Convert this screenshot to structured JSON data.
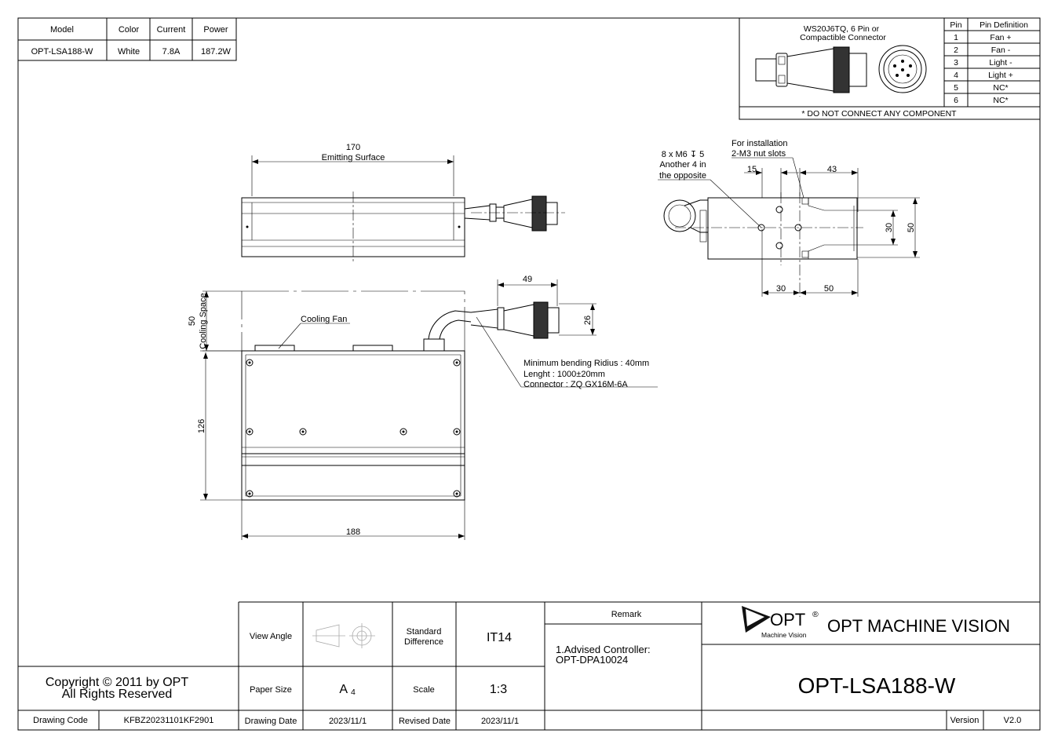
{
  "spec_table": {
    "headers": [
      "Model",
      "Color",
      "Current",
      "Power"
    ],
    "row": [
      "OPT-LSA188-W",
      "White",
      "7.8A",
      "187.2W"
    ]
  },
  "connector": {
    "title_line1": "WS20J6TQ,  6 Pin or",
    "title_line2": "Compactible Connector",
    "note": "* DO NOT CONNECT ANY COMPONENT",
    "pin_headers": [
      "Pin",
      "Pin Definition"
    ],
    "pins": [
      {
        "pin": "1",
        "def": "Fan +"
      },
      {
        "pin": "2",
        "def": "Fan -"
      },
      {
        "pin": "3",
        "def": "Light -"
      },
      {
        "pin": "4",
        "def": "Light +"
      },
      {
        "pin": "5",
        "def": "NC*"
      },
      {
        "pin": "6",
        "def": "NC*"
      }
    ]
  },
  "front_view": {
    "dim_width": "170",
    "dim_label": "Emitting Surface"
  },
  "side_view": {
    "mount_line1": "8 x M6 ↧ 5",
    "mount_line2": "Another 4 in",
    "mount_line3": "the opposite",
    "install_line1": "For installation",
    "install_line2": "2-M3 nut slots",
    "dim_15": "15",
    "dim_43": "43",
    "dim_30v": "30",
    "dim_50v": "50",
    "dim_30h": "30",
    "dim_50h": "50"
  },
  "top_view": {
    "dim_49": "49",
    "dim_26": "26",
    "dim_50": "50",
    "cooling_space": "Cooling Space",
    "cooling_fan": "Cooling Fan",
    "dim_126": "126",
    "dim_188": "188",
    "cable_line1": "Minimum bending Ridius : 40mm",
    "cable_line2": "Lenght : 1000±20mm",
    "cable_line3": "Connector : ZQ GX16M-6A"
  },
  "title_block": {
    "copyright_line1": "Copyright © 2011 by OPT",
    "copyright_line2": "All Rights Reserved",
    "drawing_code_label": "Drawing Code",
    "drawing_code": "KFBZ20231101KF2901",
    "view_angle_label": "View Angle",
    "standard_diff_label_1": "Standard",
    "standard_diff_label_2": "Difference",
    "standard_diff": "IT14",
    "paper_size_label": "Paper Size",
    "paper_size": "A",
    "paper_size_sub": "4",
    "scale_label": "Scale",
    "scale": "1:3",
    "drawing_date_label": "Drawing Date",
    "drawing_date": "2023/11/1",
    "revised_date_label": "Revised Date",
    "revised_date": "2023/11/1",
    "remark_label": "Remark",
    "remark_line1": "1.Advised Controller:",
    "remark_line2": "OPT-DPA10024",
    "logo_text": "OPT",
    "logo_reg": "®",
    "logo_sub": "Machine Vision",
    "company": "OPT MACHINE VISION",
    "part_number": "OPT-LSA188-W",
    "version_label": "Version",
    "version": "V2.0"
  }
}
